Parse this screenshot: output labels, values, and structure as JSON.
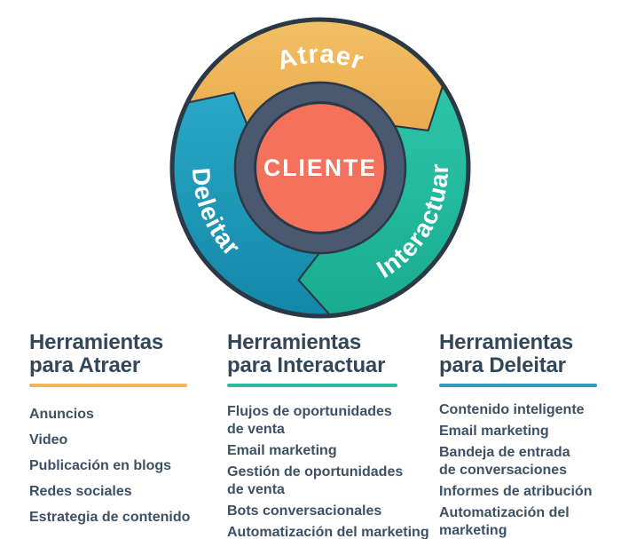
{
  "flywheel": {
    "center_label": "CLIENTE",
    "center_color": "#F4715C",
    "ring_color": "#4A5870",
    "outline_color": "#2B3947",
    "label_color": "#FFFFFF",
    "segments": [
      {
        "id": "atraer",
        "label": "Atraer",
        "color": "#F0B55B"
      },
      {
        "id": "interactuar",
        "label": "Interactuar",
        "color": "#24BDA0"
      },
      {
        "id": "deleitar",
        "label": "Deleitar",
        "color": "#1F9CBB"
      }
    ]
  },
  "columns": [
    {
      "id": "atraer",
      "heading": "Herramientas\npara Atraer",
      "underline_color": "#F0B45C",
      "items": [
        "Anuncios",
        "Video",
        "Publicación en blogs",
        "Redes sociales",
        "Estrategia de contenido"
      ]
    },
    {
      "id": "interactuar",
      "heading": "Herramientas\npara Interactuar",
      "underline_color": "#2BBC9E",
      "items": [
        "Flujos de oportunidades\nde venta",
        "Email marketing",
        "Gestión de oportunidades\nde venta",
        "Bots conversacionales",
        "Automatización del marketing"
      ]
    },
    {
      "id": "deleitar",
      "heading": "Herramientas\npara Deleitar",
      "underline_color": "#2D9FBD",
      "items": [
        "Contenido inteligente",
        "Email marketing",
        "Bandeja de entrada\nde conversaciones",
        "Informes de atribución",
        "Automatización del\nmarketing"
      ]
    }
  ]
}
